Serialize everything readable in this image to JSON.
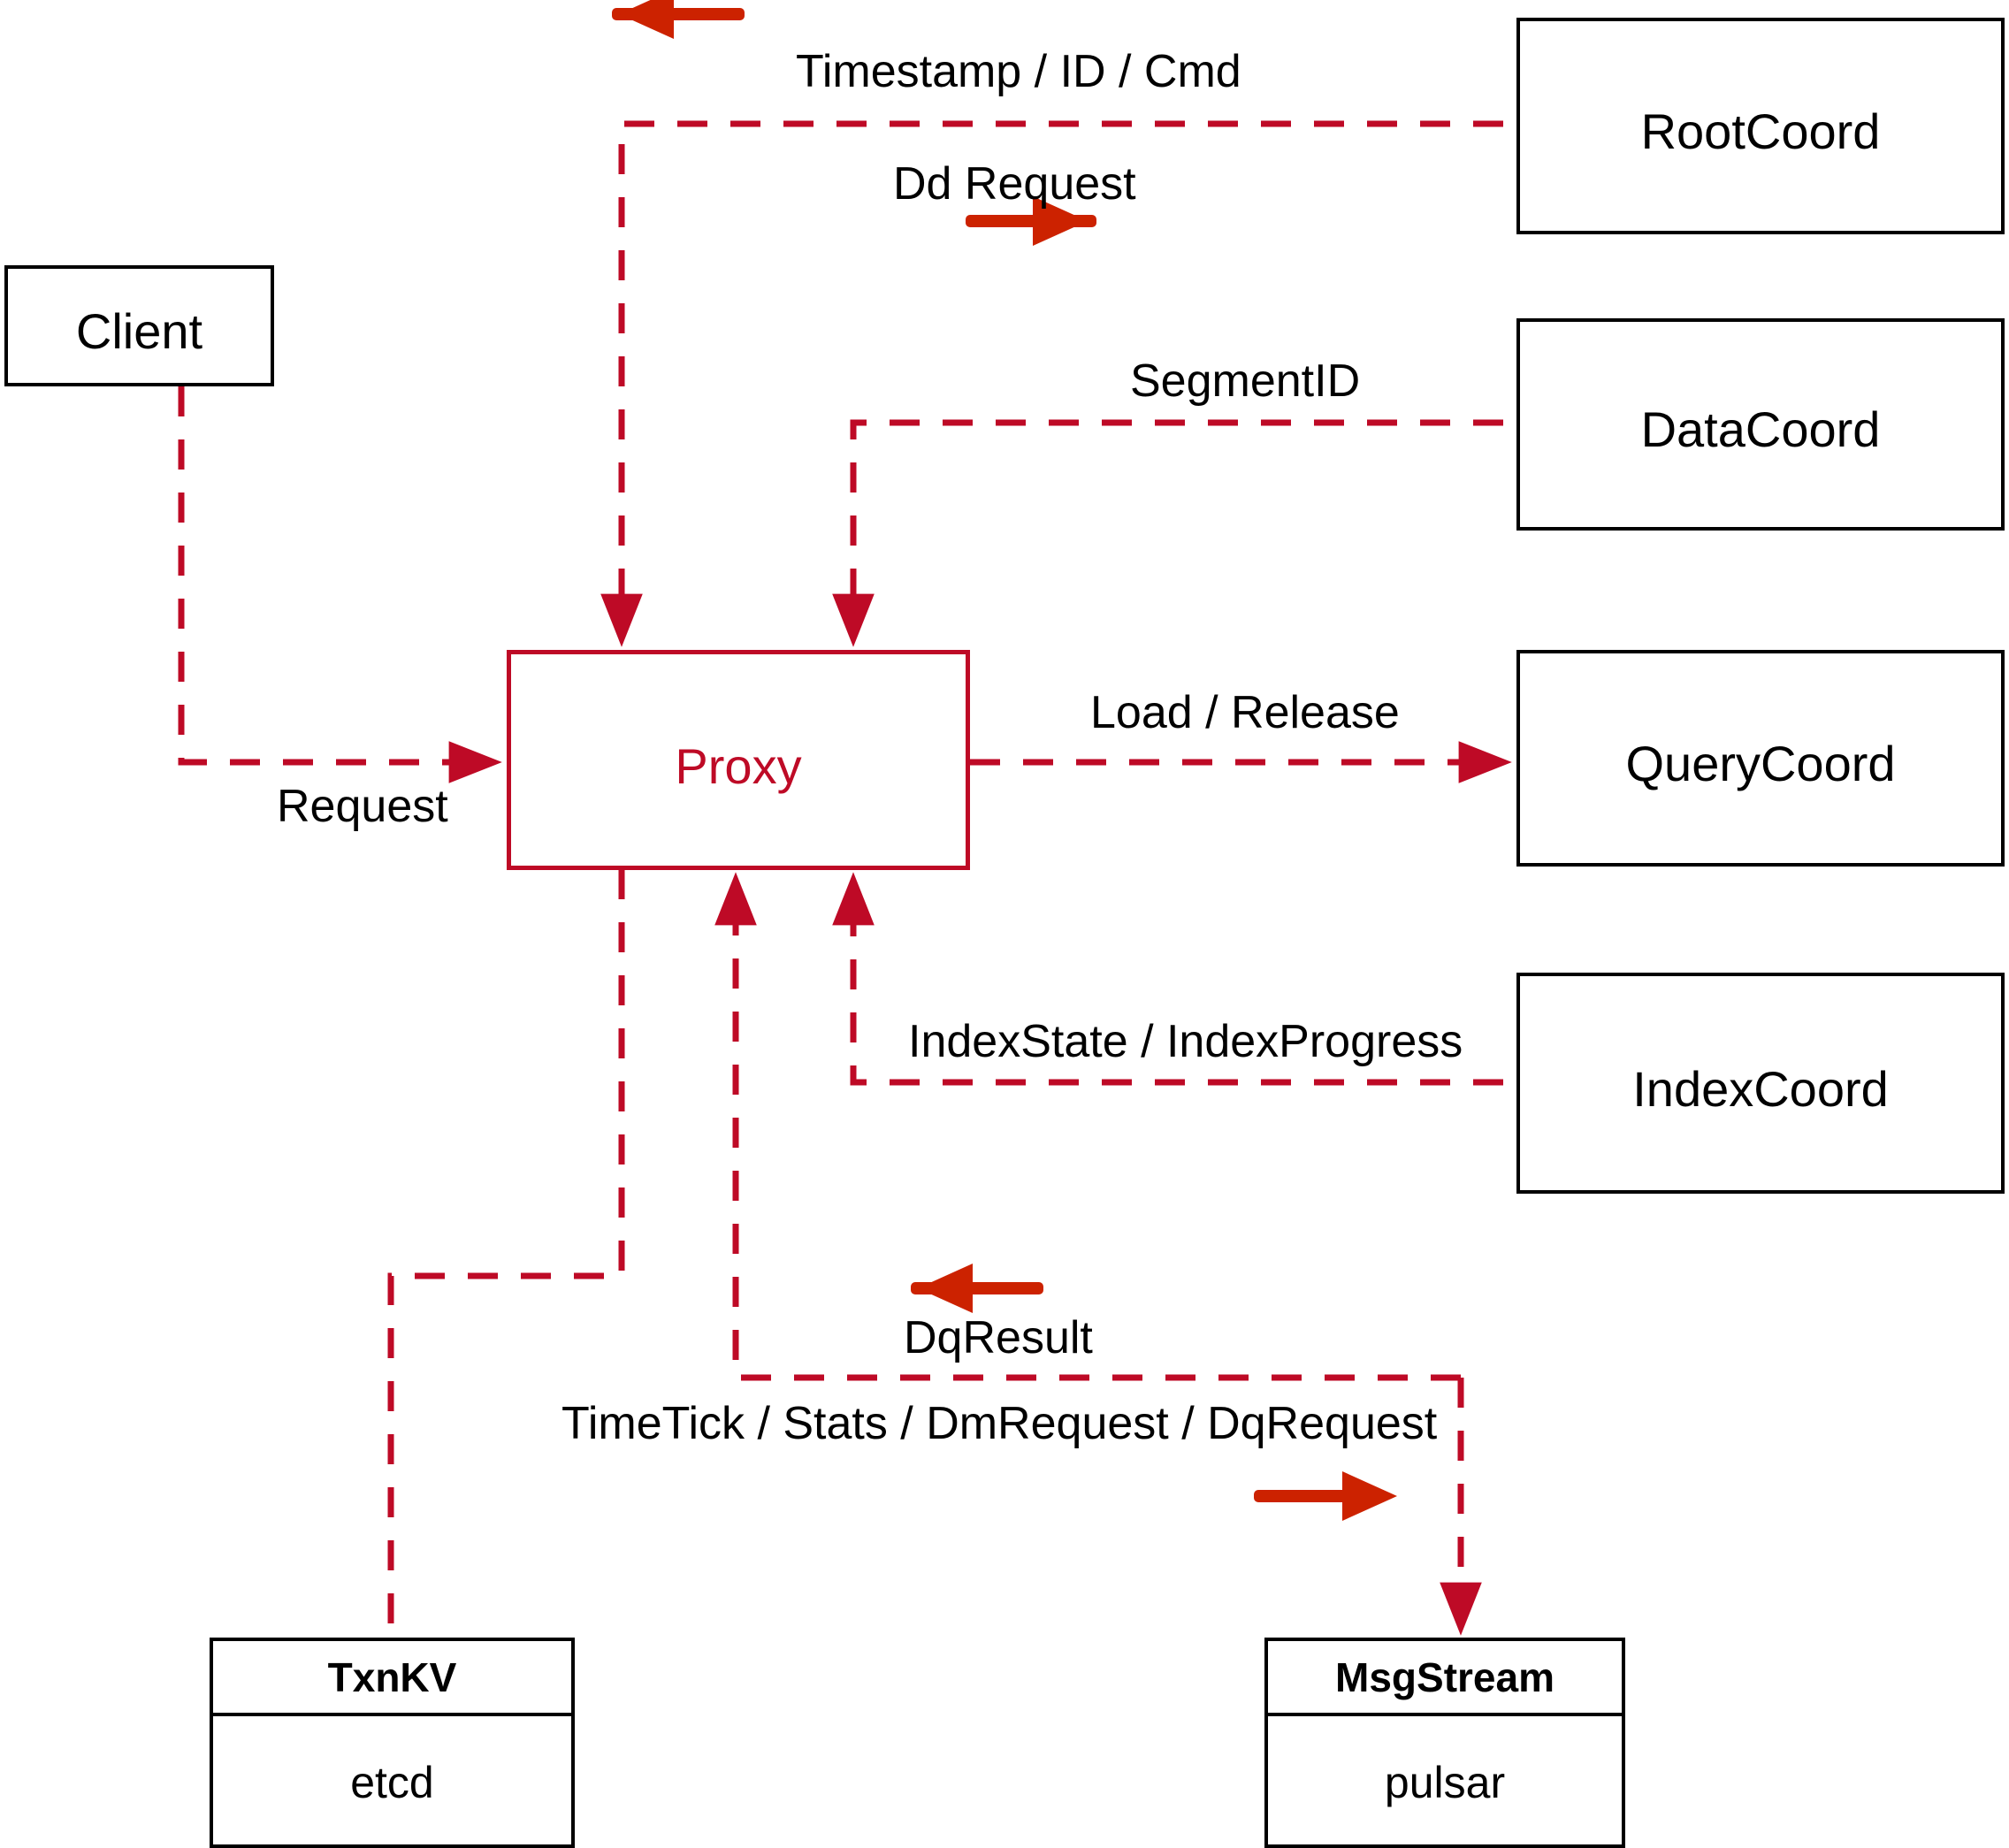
{
  "diagram": {
    "title": "Milvus Proxy interaction diagram",
    "colors": {
      "node_border": "#000000",
      "proxy_color": "#BE0A26",
      "dashed_line": "#BE0A26",
      "solid_arrow": "#CC2200",
      "background": "#FFFFFF"
    }
  },
  "nodes": {
    "client": {
      "label": "Client"
    },
    "proxy": {
      "label": "Proxy"
    },
    "root_coord": {
      "label": "RootCoord"
    },
    "data_coord": {
      "label": "DataCoord"
    },
    "query_coord": {
      "label": "QueryCoord"
    },
    "index_coord": {
      "label": "IndexCoord"
    },
    "txnkv": {
      "header": "TxnKV",
      "body": "etcd"
    },
    "msgstream": {
      "header": "MsgStream",
      "body": "pulsar"
    }
  },
  "edges": [
    {
      "id": "client-request",
      "label": "Request",
      "from": "client",
      "to": "proxy",
      "direction": "right"
    },
    {
      "id": "timestamp-id-cmd",
      "label": "Timestamp / ID / Cmd",
      "from": "root_coord",
      "to": "proxy",
      "direction": "left"
    },
    {
      "id": "dd-request",
      "label": "Dd Request",
      "from": "proxy",
      "to": "root_coord",
      "direction": "right"
    },
    {
      "id": "segment-id",
      "label": "SegmentID",
      "from": "data_coord",
      "to": "proxy",
      "direction": "left"
    },
    {
      "id": "load-release",
      "label": "Load / Release",
      "from": "proxy",
      "to": "query_coord",
      "direction": "right"
    },
    {
      "id": "index-state-progress",
      "label": "IndexState / IndexProgress",
      "from": "index_coord",
      "to": "proxy",
      "direction": "left"
    },
    {
      "id": "dq-result",
      "label": "DqResult",
      "from": "msgstream",
      "to": "proxy",
      "direction": "left"
    },
    {
      "id": "timetick-stats",
      "label": "TimeTick / Stats / DmRequest / DqRequest",
      "from": "proxy",
      "to": "msgstream",
      "direction": "right"
    },
    {
      "id": "proxy-txnkv",
      "label": "",
      "from": "proxy",
      "to": "txnkv",
      "direction": "none"
    }
  ]
}
